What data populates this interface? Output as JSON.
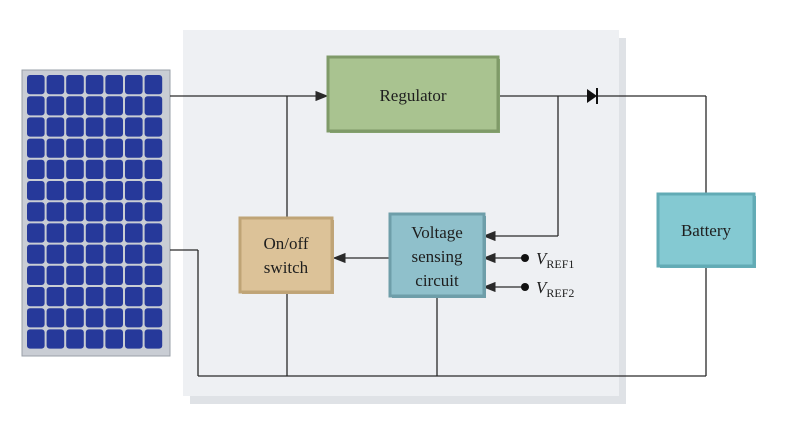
{
  "blocks": {
    "regulator": {
      "label": "Regulator",
      "color": "#a9c390"
    },
    "voltage_sensing": {
      "lines": [
        "Voltage",
        "sensing",
        "circuit"
      ],
      "color": "#8fc0cb"
    },
    "on_off_switch": {
      "lines": [
        "On/off",
        "switch"
      ],
      "color": "#dcc298"
    },
    "battery": {
      "label": "Battery",
      "color": "#84c9d2"
    }
  },
  "references": {
    "vref1": {
      "symbol": "V",
      "subscript": "REF1"
    },
    "vref2": {
      "symbol": "V",
      "subscript": "REF2"
    }
  },
  "solar_panel": {
    "cell_color": "#26399a",
    "frame_color": "#c9cdd4"
  },
  "background_panel_color": "#eef0f3"
}
